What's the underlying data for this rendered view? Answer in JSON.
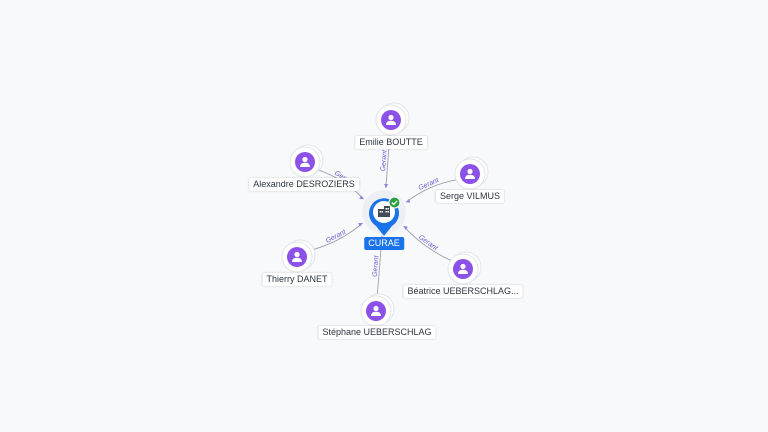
{
  "diagram": {
    "center": {
      "name": "CURAE"
    },
    "edge_label": "Gerant",
    "people": [
      {
        "name": "Emilie BOUTTE",
        "role": "Gerant"
      },
      {
        "name": "Alexandre DESROZIERS",
        "role": "Gerant"
      },
      {
        "name": "Serge VILMUS",
        "role": "Gerant"
      },
      {
        "name": "Thierry DANET",
        "role": "Gerant"
      },
      {
        "name": "Béatrice UEBERSCHLAG...",
        "role": "Gerant"
      },
      {
        "name": "Stéphane UEBERSCHLAG",
        "role": "Gerant"
      }
    ]
  },
  "colors": {
    "person_icon": "#8c52e8",
    "center_pin": "#1a73e8",
    "check_badge": "#2e9e44",
    "edge": "#9aa0ad",
    "edge_label": "#6a5fd6"
  },
  "icons": {
    "person": "person-icon",
    "company": "building-icon",
    "verified": "check-circle-icon"
  }
}
